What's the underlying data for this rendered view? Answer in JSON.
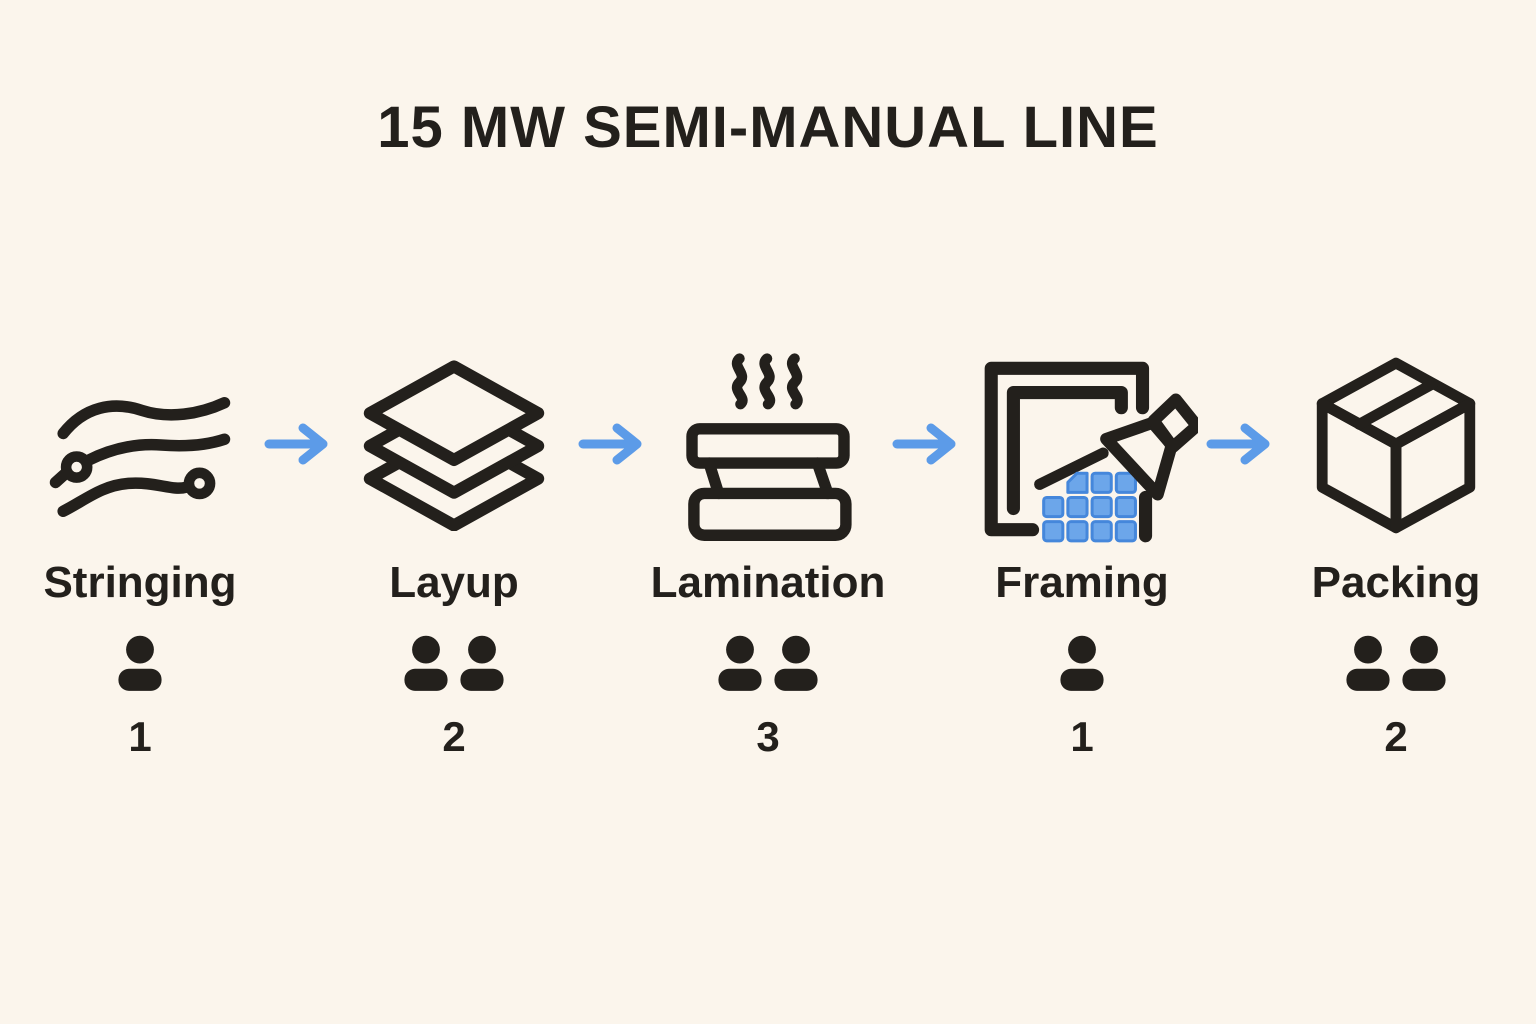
{
  "title": "15 MW SEMI-MANUAL LINE",
  "colors": {
    "background": "#FBF5EC",
    "ink": "#23201C",
    "accent_blue": "#5C9BE8",
    "cell_fill": "#6CA6EA",
    "cell_stroke": "#4587DB"
  },
  "stations": [
    {
      "label": "Stringing",
      "icon": "stringing-wires-icon",
      "workers": "1",
      "worker_icons": 1
    },
    {
      "label": "Layup",
      "icon": "layup-layers-icon",
      "workers": "2",
      "worker_icons": 2
    },
    {
      "label": "Lamination",
      "icon": "lamination-press-icon",
      "workers": "3",
      "worker_icons": 2
    },
    {
      "label": "Framing",
      "icon": "framing-icon",
      "workers": "1",
      "worker_icons": 1
    },
    {
      "label": "Packing",
      "icon": "packing-box-icon",
      "workers": "2",
      "worker_icons": 2
    }
  ]
}
